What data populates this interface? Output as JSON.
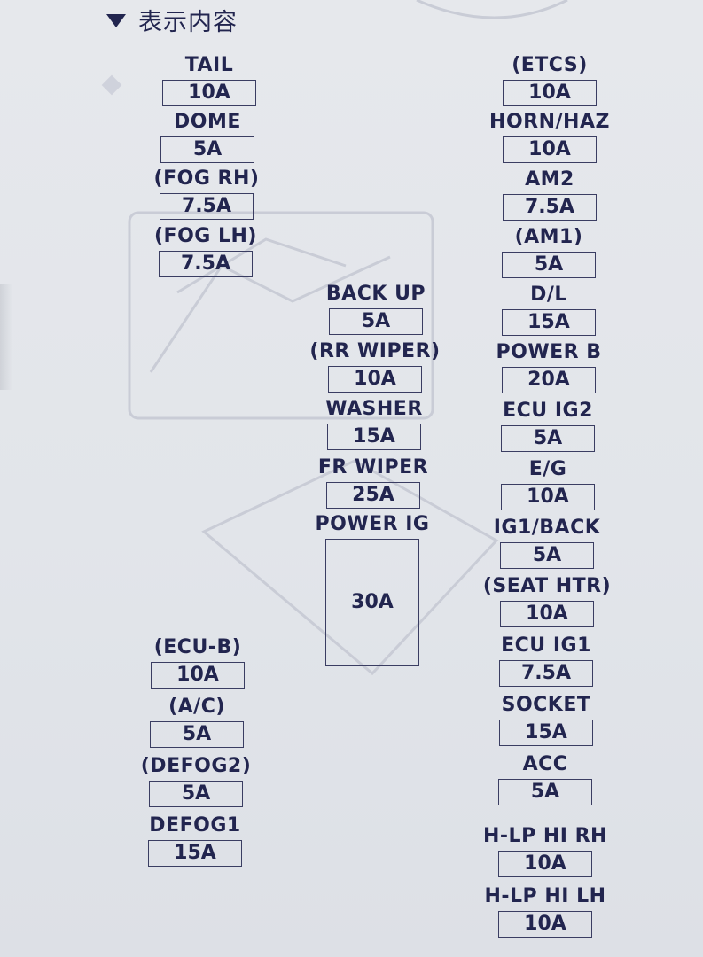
{
  "header": {
    "title": "表示内容"
  },
  "fuses": {
    "tail": {
      "label": "TAIL",
      "rating": "10A"
    },
    "dome": {
      "label": "DOME",
      "rating": "5A"
    },
    "fog_rh": {
      "label": "(FOG RH)",
      "rating": "7.5A"
    },
    "fog_lh": {
      "label": "(FOG LH)",
      "rating": "7.5A"
    },
    "ecu_b": {
      "label": "(ECU-B)",
      "rating": "10A"
    },
    "ac": {
      "label": "(A/C)",
      "rating": "5A"
    },
    "defog2": {
      "label": "(DEFOG2)",
      "rating": "5A"
    },
    "defog1": {
      "label": "DEFOG1",
      "rating": "15A"
    },
    "back_up": {
      "label": "BACK UP",
      "rating": "5A"
    },
    "rr_wiper": {
      "label": "(RR WIPER)",
      "rating": "10A"
    },
    "washer": {
      "label": "WASHER",
      "rating": "15A"
    },
    "fr_wiper": {
      "label": "FR WIPER",
      "rating": "25A"
    },
    "power_ig": {
      "label": "POWER IG",
      "rating": "30A"
    },
    "etcs": {
      "label": "(ETCS)",
      "rating": "10A"
    },
    "horn_haz": {
      "label": "HORN/HAZ",
      "rating": "10A"
    },
    "am2": {
      "label": "AM2",
      "rating": "7.5A"
    },
    "am1": {
      "label": "(AM1)",
      "rating": "5A"
    },
    "dl": {
      "label": "D/L",
      "rating": "15A"
    },
    "power_b": {
      "label": "POWER B",
      "rating": "20A"
    },
    "ecu_ig2": {
      "label": "ECU IG2",
      "rating": "5A"
    },
    "eg": {
      "label": "E/G",
      "rating": "10A"
    },
    "ig1_back": {
      "label": "IG1/BACK",
      "rating": "5A"
    },
    "seat_htr": {
      "label": "(SEAT HTR)",
      "rating": "10A"
    },
    "ecu_ig1": {
      "label": "ECU IG1",
      "rating": "7.5A"
    },
    "socket": {
      "label": "SOCKET",
      "rating": "15A"
    },
    "acc": {
      "label": "ACC",
      "rating": "5A"
    },
    "hlp_hi_rh": {
      "label": "H-LP HI RH",
      "rating": "10A"
    },
    "hlp_hi_lh": {
      "label": "H-LP HI LH",
      "rating": "10A"
    }
  },
  "colors": {
    "ink": "#22254f",
    "paper": "#e3e5ea"
  }
}
